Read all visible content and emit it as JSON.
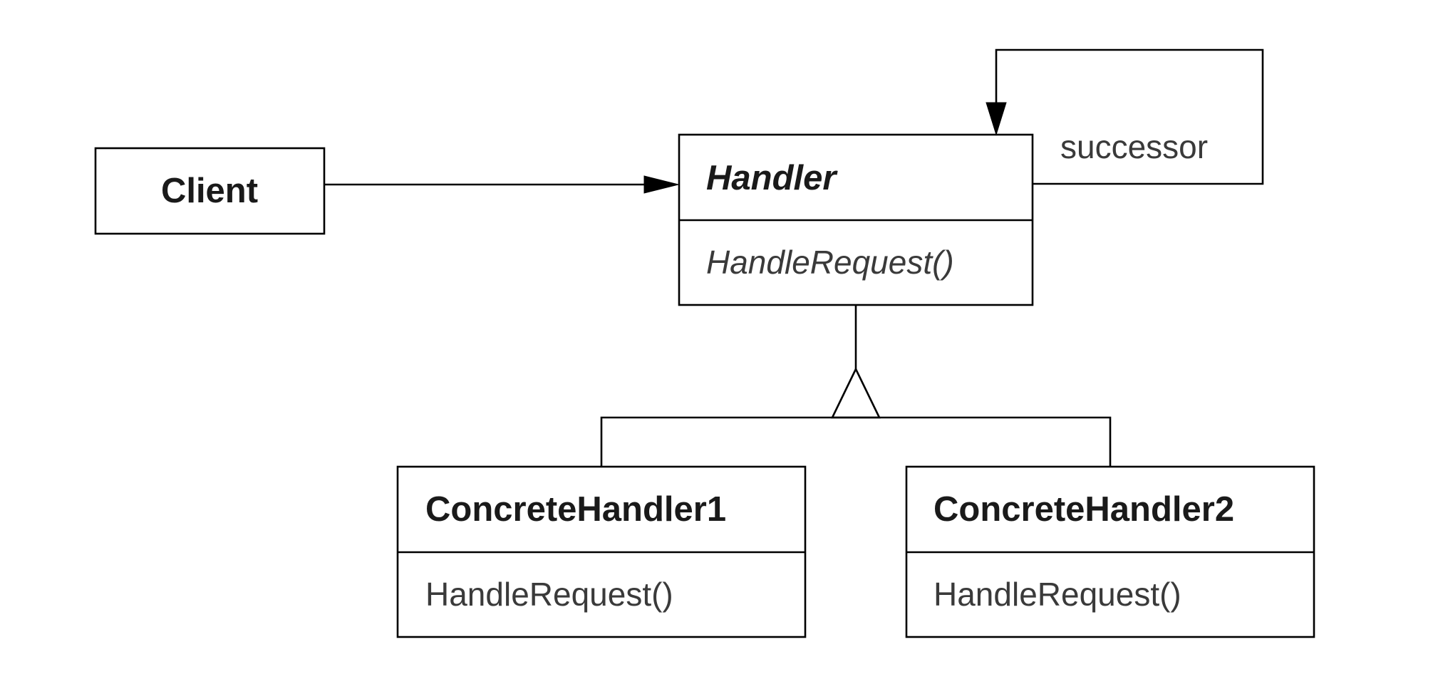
{
  "classes": {
    "client": {
      "name": "Client"
    },
    "handler": {
      "name": "Handler",
      "operation": "HandleRequest()"
    },
    "concrete_handler_1": {
      "name": "ConcreteHandler1",
      "operation": "HandleRequest()"
    },
    "concrete_handler_2": {
      "name": "ConcreteHandler2",
      "operation": "HandleRequest()"
    }
  },
  "associations": {
    "successor_label": "successor"
  }
}
